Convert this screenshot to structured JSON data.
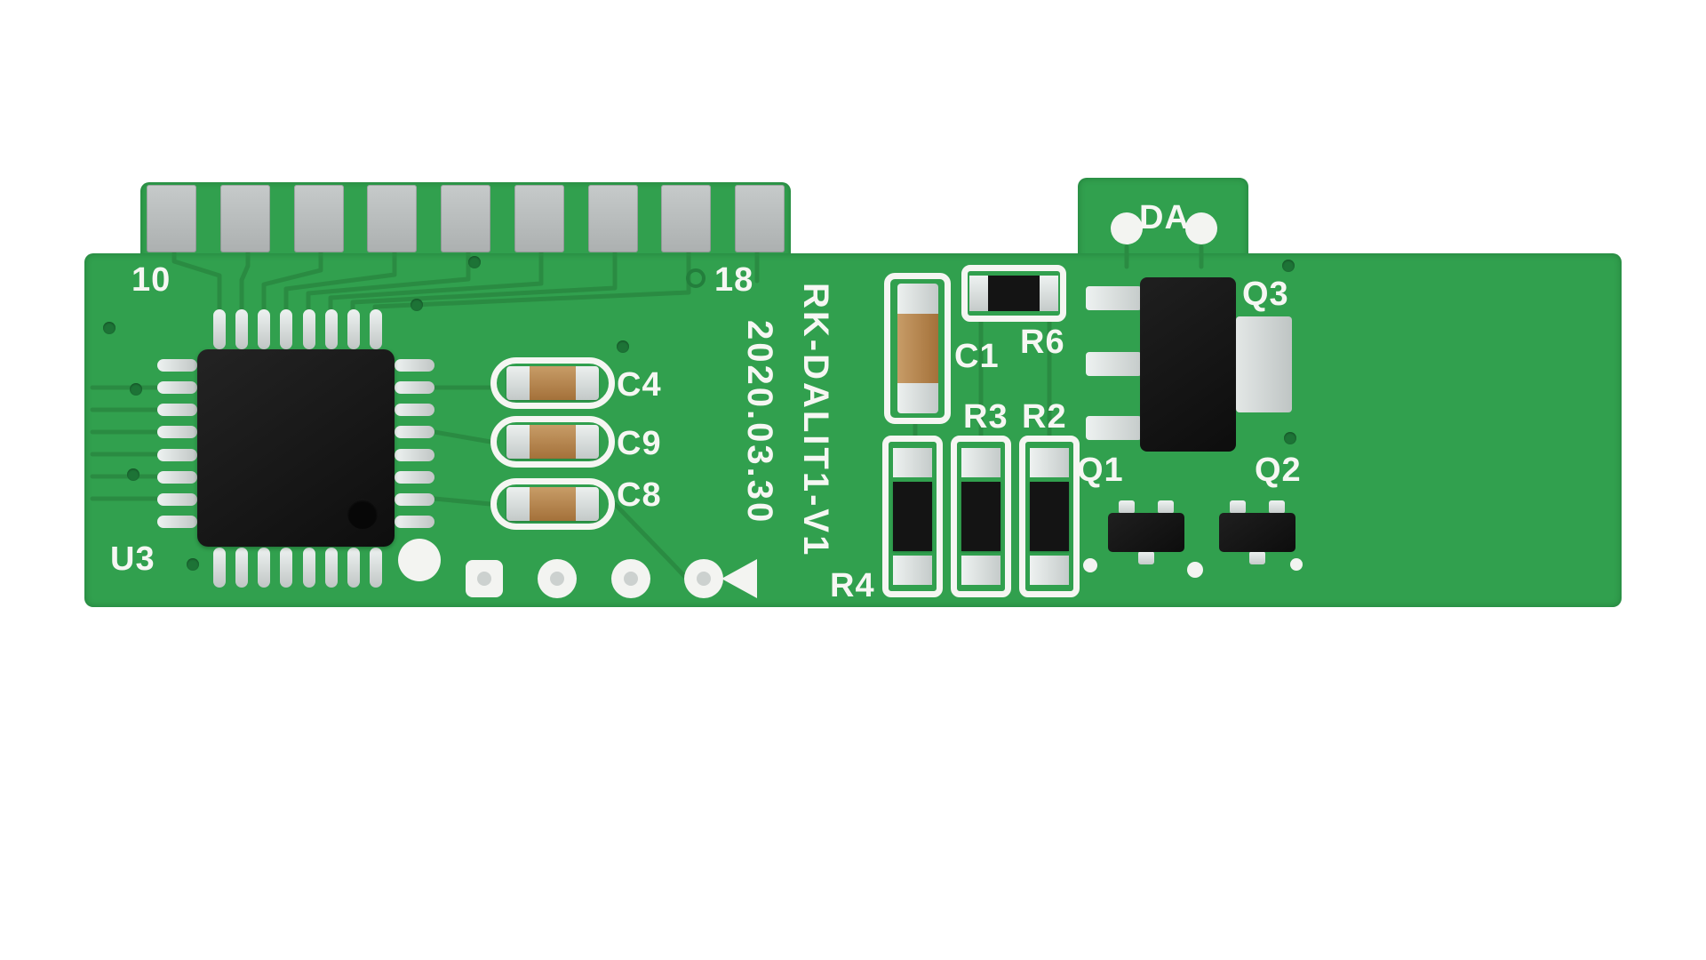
{
  "silkscreen": {
    "pin10": "10",
    "pin18": "18",
    "u3": "U3",
    "c4": "C4",
    "c9": "C9",
    "c8": "C8",
    "c1": "C1",
    "r6": "R6",
    "r3": "R3",
    "r2": "R2",
    "r4": "R4",
    "q1": "Q1",
    "q2": "Q2",
    "q3": "Q3",
    "da": "DA",
    "model": "RK-DALIT1-V1",
    "date": "2020.03.30"
  },
  "colors": {
    "board_green": "#31a04e",
    "trace_green": "#2a8b42",
    "silkscreen_white": "#f5f6f2",
    "edge_pad_gray": "#b9bdbd",
    "component_black": "#141414",
    "solder_silver": "#d8dcdb",
    "capacitor_tan": "#ae7b44"
  }
}
